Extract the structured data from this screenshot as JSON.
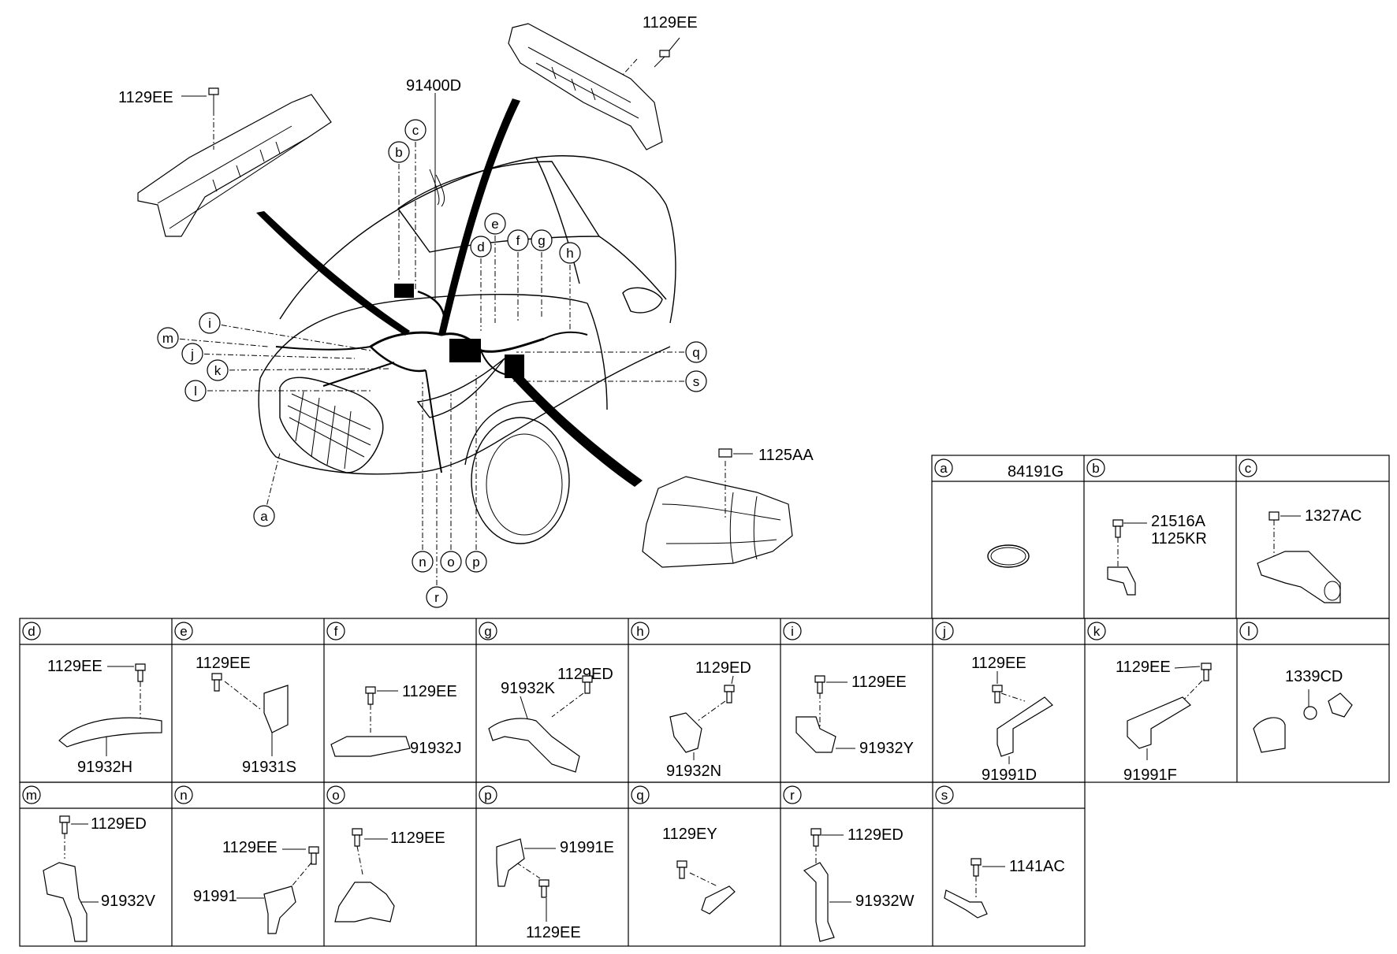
{
  "main_labels": {
    "bracket_top_right": "1129EE",
    "bracket_top_left": "1129EE",
    "harness": "91400D",
    "duct_bolt": "1125AA"
  },
  "callout_letters": {
    "a": "a",
    "b": "b",
    "c": "c",
    "d": "d",
    "e": "e",
    "f": "f",
    "g": "g",
    "h": "h",
    "i": "i",
    "j": "j",
    "k": "k",
    "l": "l",
    "m": "m",
    "n": "n",
    "o": "o",
    "p": "p",
    "q": "q",
    "r": "r",
    "s": "s"
  },
  "detail_panels": {
    "a": {
      "letter": "a",
      "title": "84191G"
    },
    "b": {
      "letter": "b",
      "labels": [
        "21516A",
        "1125KR"
      ]
    },
    "c": {
      "letter": "c",
      "labels": [
        "1327AC"
      ]
    },
    "d": {
      "letter": "d",
      "labels": [
        "1129EE",
        "91932H"
      ]
    },
    "e": {
      "letter": "e",
      "labels": [
        "1129EE",
        "91931S"
      ]
    },
    "f": {
      "letter": "f",
      "labels": [
        "1129EE",
        "91932J"
      ]
    },
    "g": {
      "letter": "g",
      "labels": [
        "91932K",
        "1129ED"
      ]
    },
    "h": {
      "letter": "h",
      "labels": [
        "1129ED",
        "91932N"
      ]
    },
    "i": {
      "letter": "i",
      "labels": [
        "1129EE",
        "91932Y"
      ]
    },
    "j": {
      "letter": "j",
      "labels": [
        "1129EE",
        "91991D"
      ]
    },
    "k": {
      "letter": "k",
      "labels": [
        "1129EE",
        "91991F"
      ]
    },
    "l": {
      "letter": "l",
      "labels": [
        "1339CD"
      ]
    },
    "m": {
      "letter": "m",
      "labels": [
        "1129ED",
        "91932V"
      ]
    },
    "n": {
      "letter": "n",
      "labels": [
        "1129EE",
        "91991"
      ]
    },
    "o": {
      "letter": "o",
      "labels": [
        "1129EE"
      ]
    },
    "p": {
      "letter": "p",
      "labels": [
        "91991E",
        "1129EE"
      ]
    },
    "q": {
      "letter": "q",
      "labels": [
        "1129EY"
      ]
    },
    "r": {
      "letter": "r",
      "labels": [
        "1129ED",
        "91932W"
      ]
    },
    "s": {
      "letter": "s",
      "labels": [
        "1141AC"
      ]
    }
  }
}
